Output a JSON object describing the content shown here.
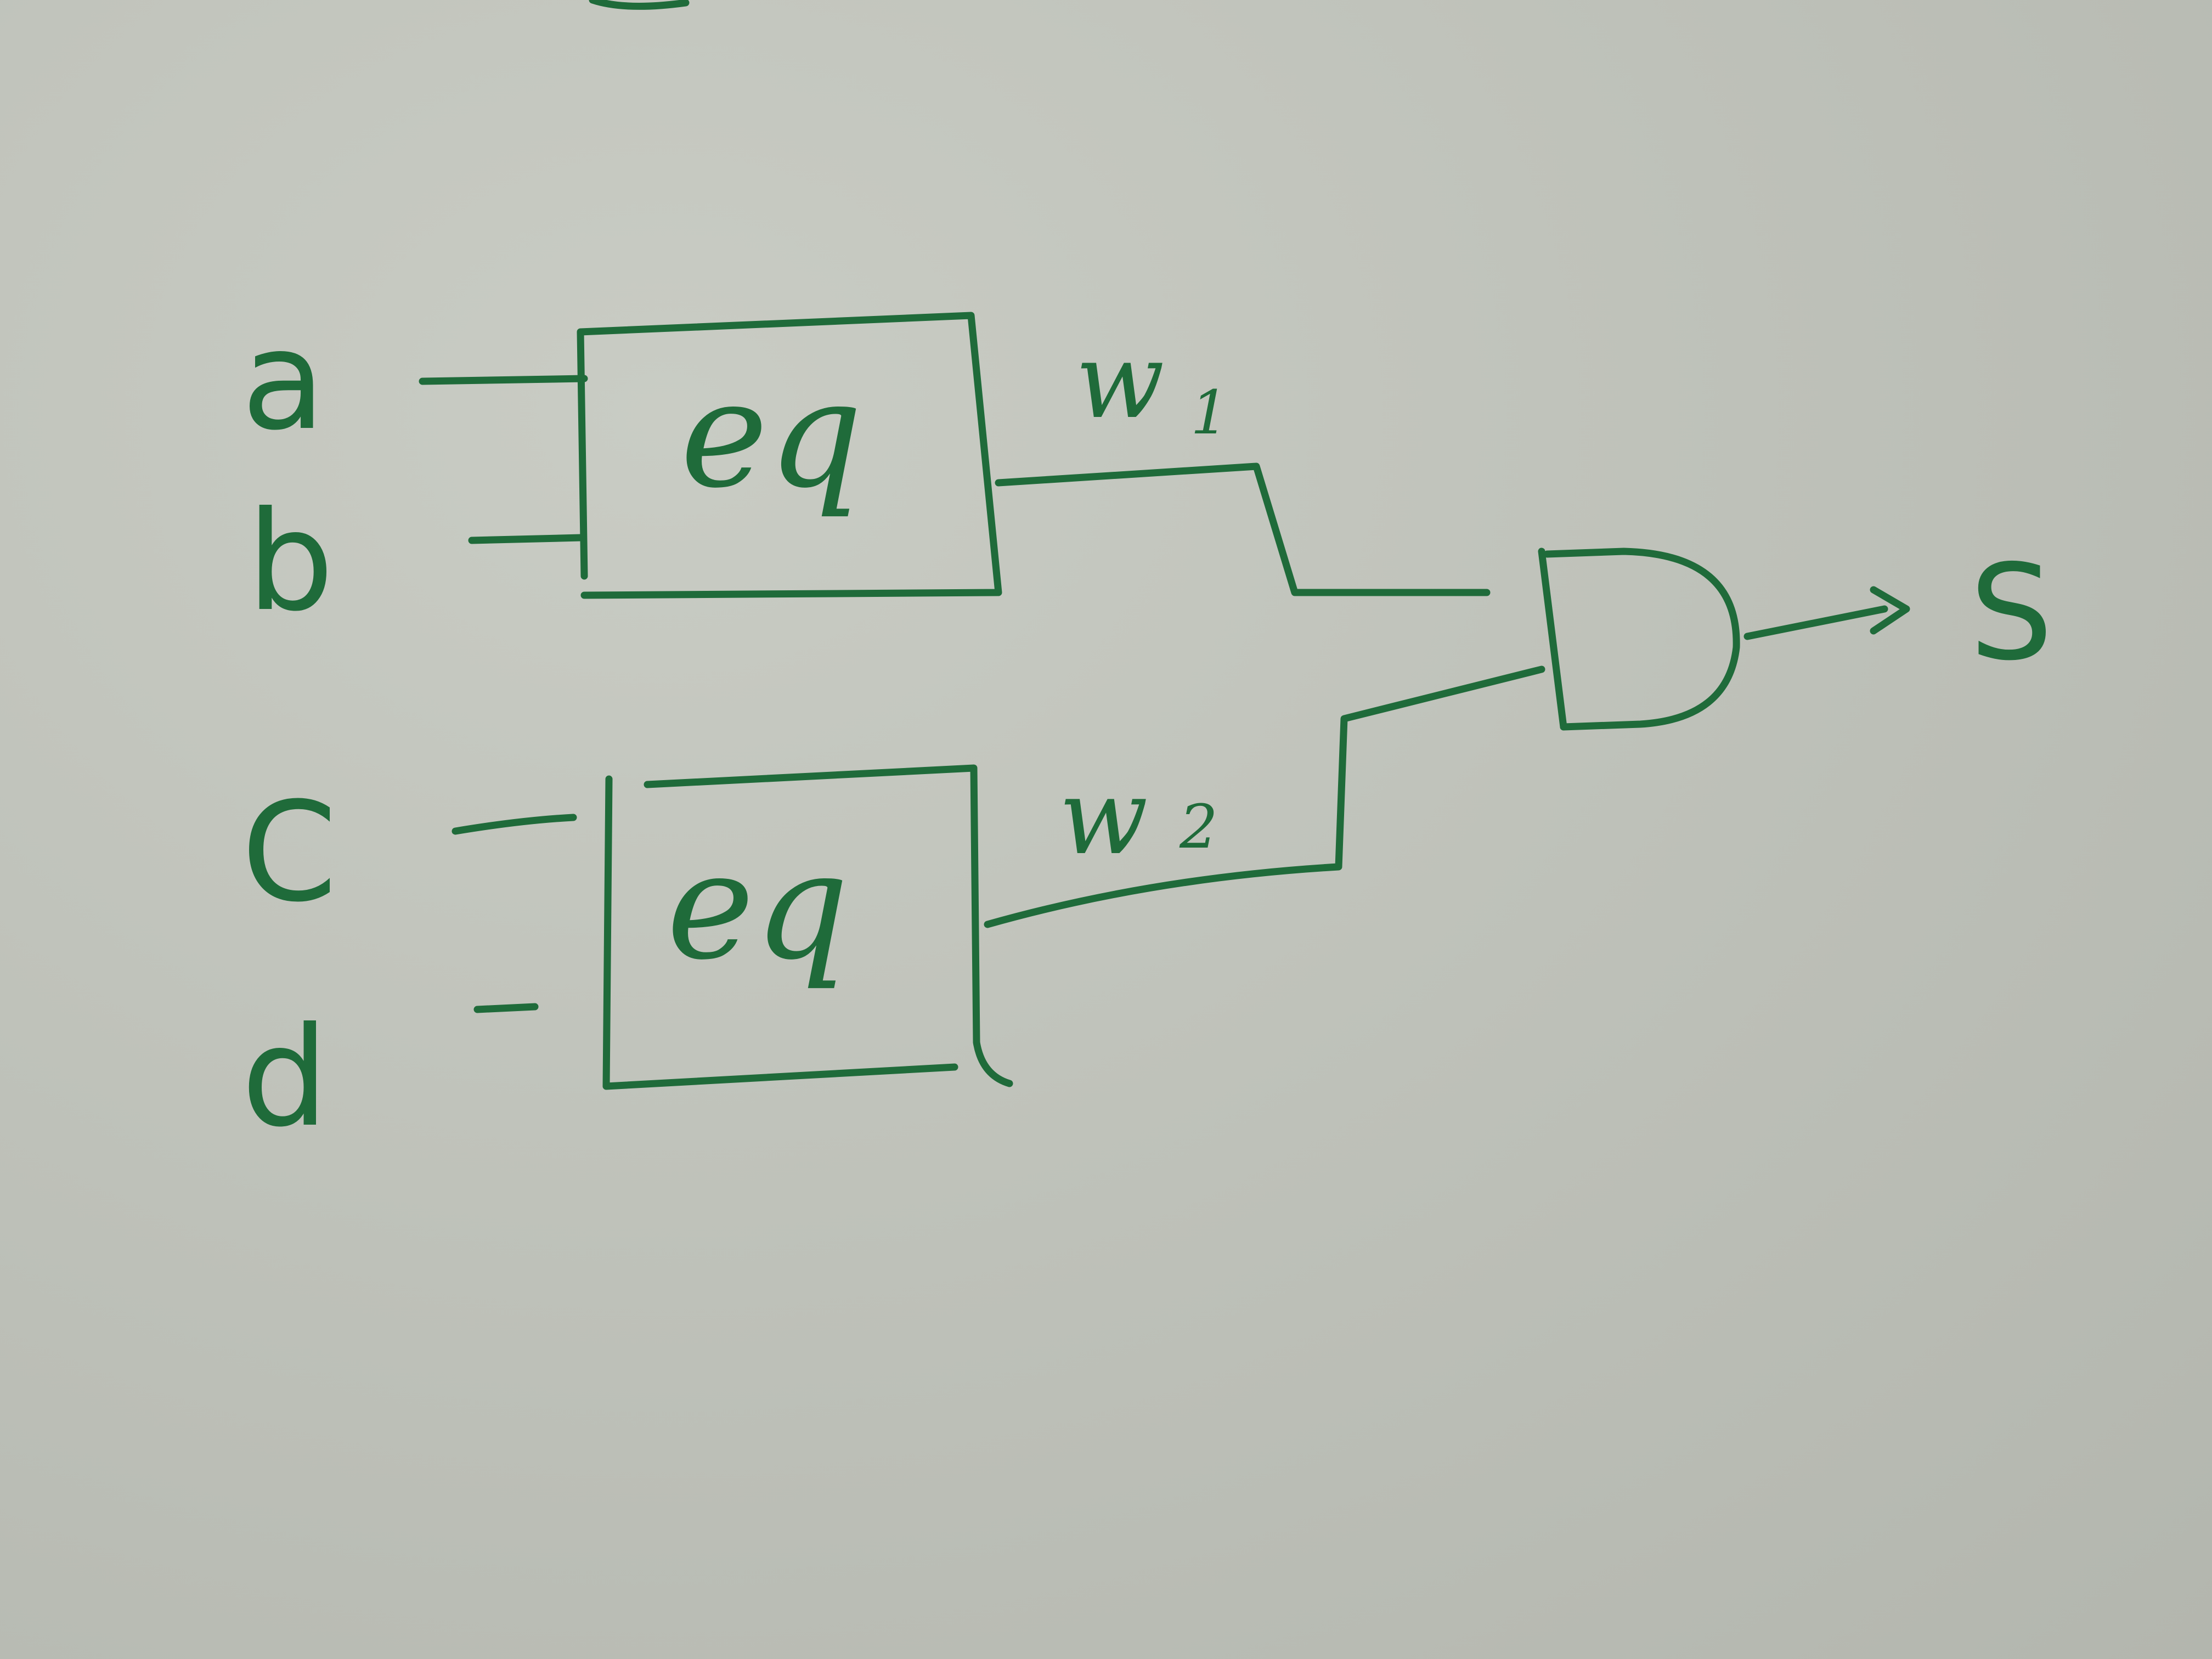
{
  "diagram": {
    "inputs": [
      "a",
      "b",
      "C",
      "d"
    ],
    "blocks": [
      {
        "label": "eq"
      },
      {
        "label": "eq"
      }
    ],
    "wires": [
      {
        "label": "w",
        "subscript": "1"
      },
      {
        "label": "w",
        "subscript": "2"
      }
    ],
    "output": "S",
    "gate": "AND",
    "colors": {
      "ink": "#1f6b3a",
      "paper": "#c3c6be"
    }
  }
}
